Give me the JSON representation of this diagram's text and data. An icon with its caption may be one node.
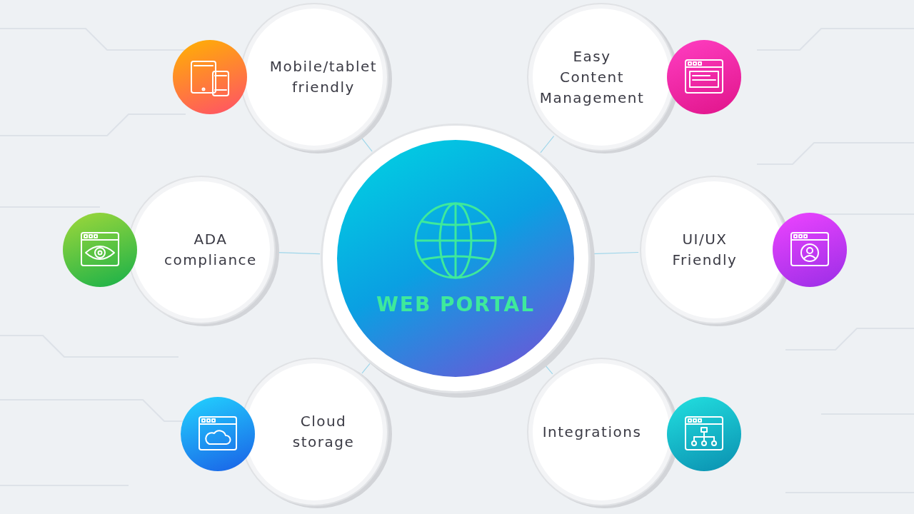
{
  "diagram": {
    "nodes": [
      {
        "text": [
          "WEB PORTAL"
        ]
      },
      {
        "text": [
          "Mobile/tablet friendly"
        ]
      },
      {
        "text": [
          "Easy Content Management"
        ]
      },
      {
        "text": [
          "ADA compliance"
        ]
      },
      {
        "text": [
          "UI/UX Friendly"
        ]
      },
      {
        "text": [
          "Cloud storage"
        ]
      },
      {
        "text": [
          "Integrations"
        ]
      }
    ],
    "edges": [
      {
        "from": 0,
        "to": 1,
        "arrow": "none"
      },
      {
        "from": 0,
        "to": 2,
        "arrow": "none"
      },
      {
        "from": 0,
        "to": 3,
        "arrow": "none"
      },
      {
        "from": 0,
        "to": 4,
        "arrow": "none"
      },
      {
        "from": 0,
        "to": 5,
        "arrow": "none"
      },
      {
        "from": 0,
        "to": 6,
        "arrow": "none"
      }
    ]
  }
}
